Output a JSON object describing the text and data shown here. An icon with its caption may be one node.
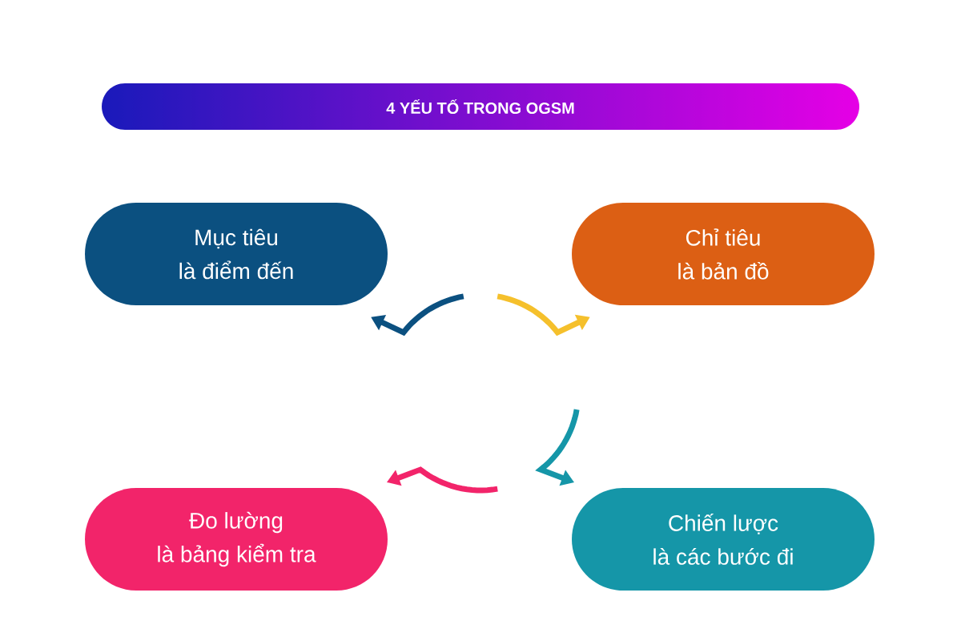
{
  "diagram": {
    "title": "4 YẾU TỐ TRONG OGSM",
    "nodes": [
      {
        "text": [
          "Mục tiêu",
          "là điểm đến"
        ]
      },
      {
        "text": [
          "Chỉ tiêu",
          "là bản đồ"
        ]
      },
      {
        "text": [
          "Đo lường",
          "là bảng kiểm tra"
        ]
      },
      {
        "text": [
          "Chiến lược",
          "là các bước đi"
        ]
      }
    ],
    "edges": [
      {
        "from": null,
        "to": 0,
        "arrow": "to",
        "color": "#0b5080"
      },
      {
        "from": null,
        "to": 1,
        "arrow": "to",
        "color": "#f5c02c"
      },
      {
        "from": null,
        "to": 3,
        "arrow": "to",
        "color": "#1596a8"
      },
      {
        "from": null,
        "to": 2,
        "arrow": "to",
        "color": "#f2246a"
      }
    ]
  }
}
